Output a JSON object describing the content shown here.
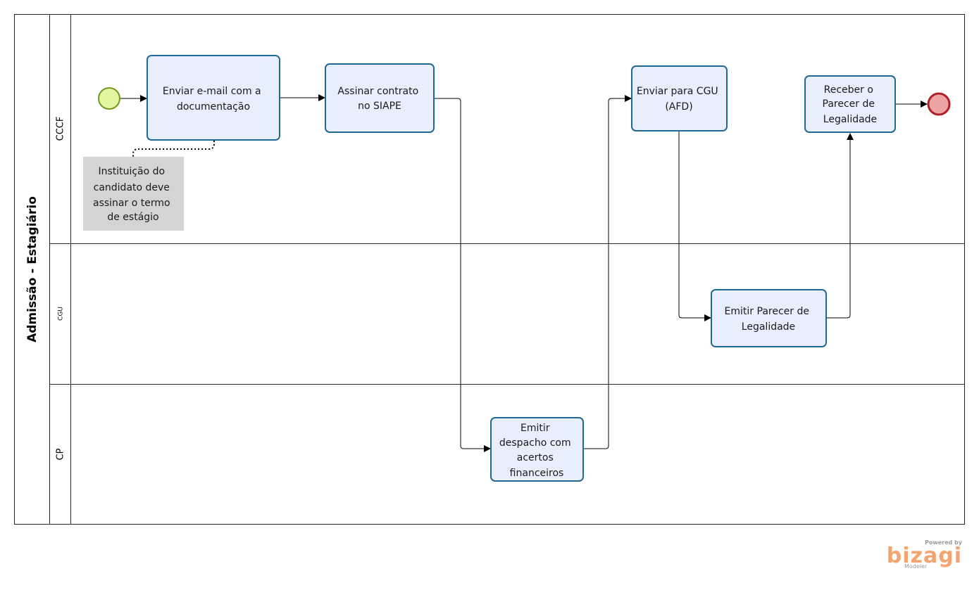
{
  "pool": {
    "label": "Admissão - Estagiário"
  },
  "lanes": {
    "cccf": "CCCF",
    "cgu": "CGU",
    "cp": "CP"
  },
  "tasks": {
    "enviar_email": [
      "Enviar e-mail com a",
      "documentação"
    ],
    "assinar_contrato": [
      "Assinar contrato",
      "no SIAPE"
    ],
    "enviar_cgu": [
      "Enviar para CGU",
      "(AFD)"
    ],
    "receber_parecer": [
      "Receber o",
      "Parecer de",
      "Legalidade"
    ],
    "emitir_parecer": [
      "Emitir Parecer de",
      "Legalidade"
    ],
    "emitir_despacho": [
      "Emitir",
      "despacho com",
      "acertos",
      "financeiros"
    ]
  },
  "annotation": [
    "Instituição do",
    "candidato deve",
    "assinar o termo",
    "de estágio"
  ],
  "colors": {
    "task_fill": "#e9eefc",
    "task_stroke": "#1f6a94",
    "start_fill": "#e2f7a0",
    "start_stroke": "#6f9a1e",
    "end_fill": "#eea4a4",
    "end_stroke": "#b0202a",
    "note_fill": "#d4d4d4"
  },
  "branding": {
    "powered_by": "Powered by",
    "name": "bizagi",
    "product": "Modeler"
  }
}
